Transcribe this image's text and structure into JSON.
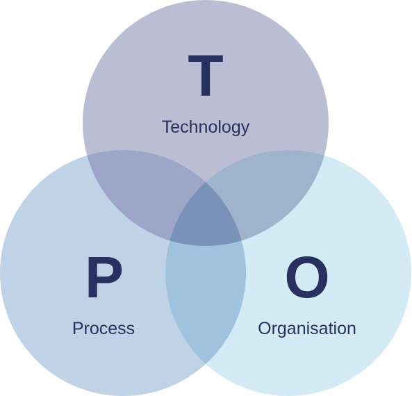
{
  "colors": {
    "technology_circle": "#bbbdd2",
    "process_circle": "#c0d2e6",
    "organisation_circle": "#d3ebf5",
    "tech_process_overlap": "#9da6c8",
    "tech_org_overlap": "#9fb4cc",
    "process_org_overlap": "#9fc2de",
    "center_overlap": "#7b92b8",
    "text": "#28305f"
  },
  "sets": [
    {
      "id": "technology",
      "letter": "T",
      "label": "Technology"
    },
    {
      "id": "process",
      "letter": "P",
      "label": "Process"
    },
    {
      "id": "organisation",
      "letter": "O",
      "label": "Organisation"
    }
  ]
}
